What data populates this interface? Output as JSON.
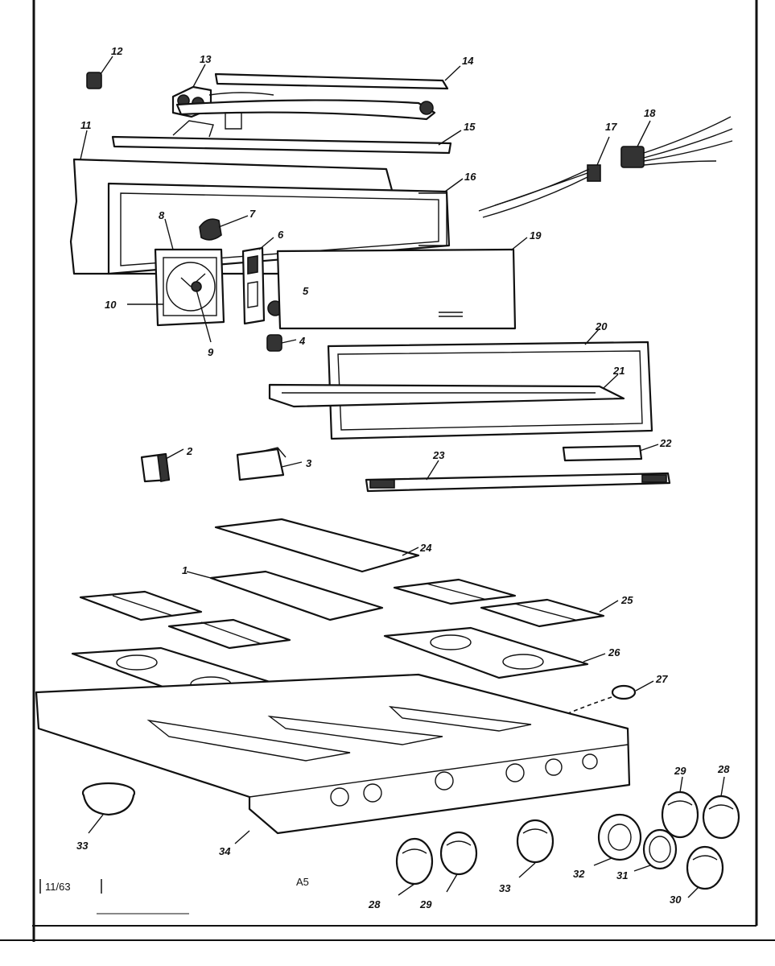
{
  "diagram": {
    "date_code": "11/63",
    "page_code": "A5",
    "callouts": {
      "c1": "1",
      "c2": "2",
      "c3": "3",
      "c4": "4",
      "c5": "5",
      "c6": "6",
      "c7": "7",
      "c8": "8",
      "c9": "9",
      "c10": "10",
      "c11": "11",
      "c12": "12",
      "c13": "13",
      "c14": "14",
      "c15": "15",
      "c16": "16",
      "c17": "17",
      "c18": "18",
      "c19": "19",
      "c20": "20",
      "c21": "21",
      "c22": "22",
      "c23": "23",
      "c24": "24",
      "c25": "25",
      "c26": "26",
      "c27": "27",
      "c28a": "28",
      "c28b": "28",
      "c29a": "29",
      "c29b": "29",
      "c30": "30",
      "c31": "31",
      "c32": "32",
      "c33a": "33",
      "c33b": "33",
      "c34": "34"
    }
  }
}
